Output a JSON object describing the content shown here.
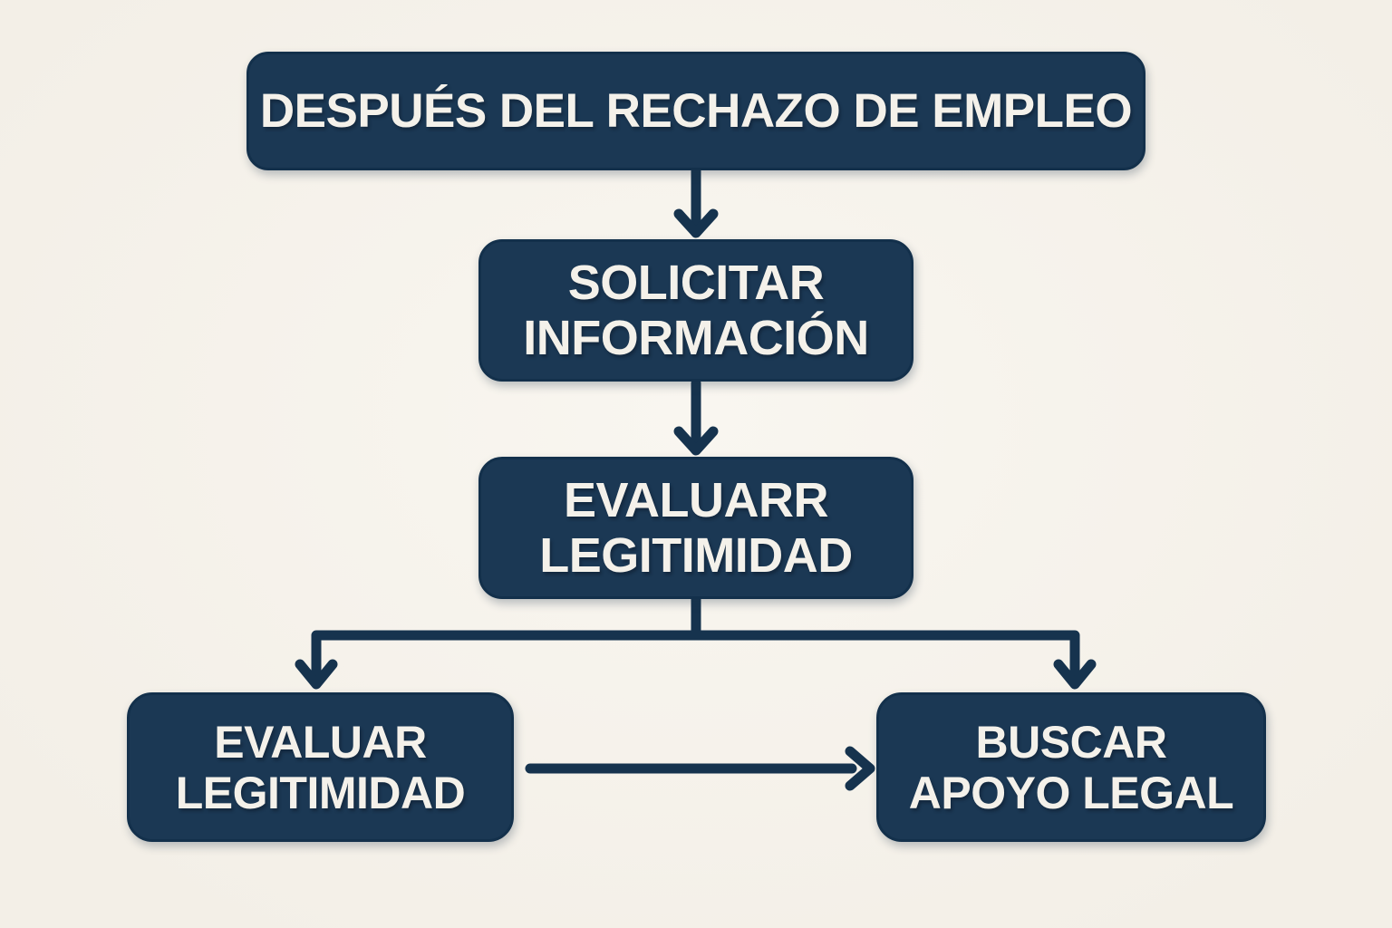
{
  "diagram": {
    "type": "flowchart",
    "orientation": "top-down"
  },
  "colors": {
    "background_center": "#f9f6f0",
    "background_edge": "#f3efe7",
    "node_fill": "#1b3854",
    "node_border": "#13304b",
    "node_text": "#f4f1ea",
    "connector": "#16334e"
  },
  "nodes": [
    {
      "id": "despues-del-rechazo-de-empleo",
      "lines": [
        "DESPUÉS DEL RECHAZO DE EMPLEO"
      ]
    },
    {
      "id": "solicitar-informacion",
      "lines": [
        "SOLICITAR",
        "INFORMACIÓN"
      ]
    },
    {
      "id": "evaluarr-legitimidad",
      "lines": [
        "EVALUARR",
        "LEGITIMIDAD"
      ]
    },
    {
      "id": "evaluar-legitimidad",
      "lines": [
        "EVALUAR",
        "LEGITIMIDAD"
      ]
    },
    {
      "id": "buscar-apoyo-legal",
      "lines": [
        "BUSCAR",
        "APOYO LEGAL"
      ]
    }
  ],
  "edges": [
    {
      "from": "despues-del-rechazo-de-empleo",
      "to": "solicitar-informacion"
    },
    {
      "from": "solicitar-informacion",
      "to": "evaluarr-legitimidad"
    },
    {
      "from": "evaluarr-legitimidad",
      "to": "evaluar-legitimidad"
    },
    {
      "from": "evaluarr-legitimidad",
      "to": "buscar-apoyo-legal"
    },
    {
      "from": "evaluar-legitimidad",
      "to": "buscar-apoyo-legal"
    }
  ]
}
